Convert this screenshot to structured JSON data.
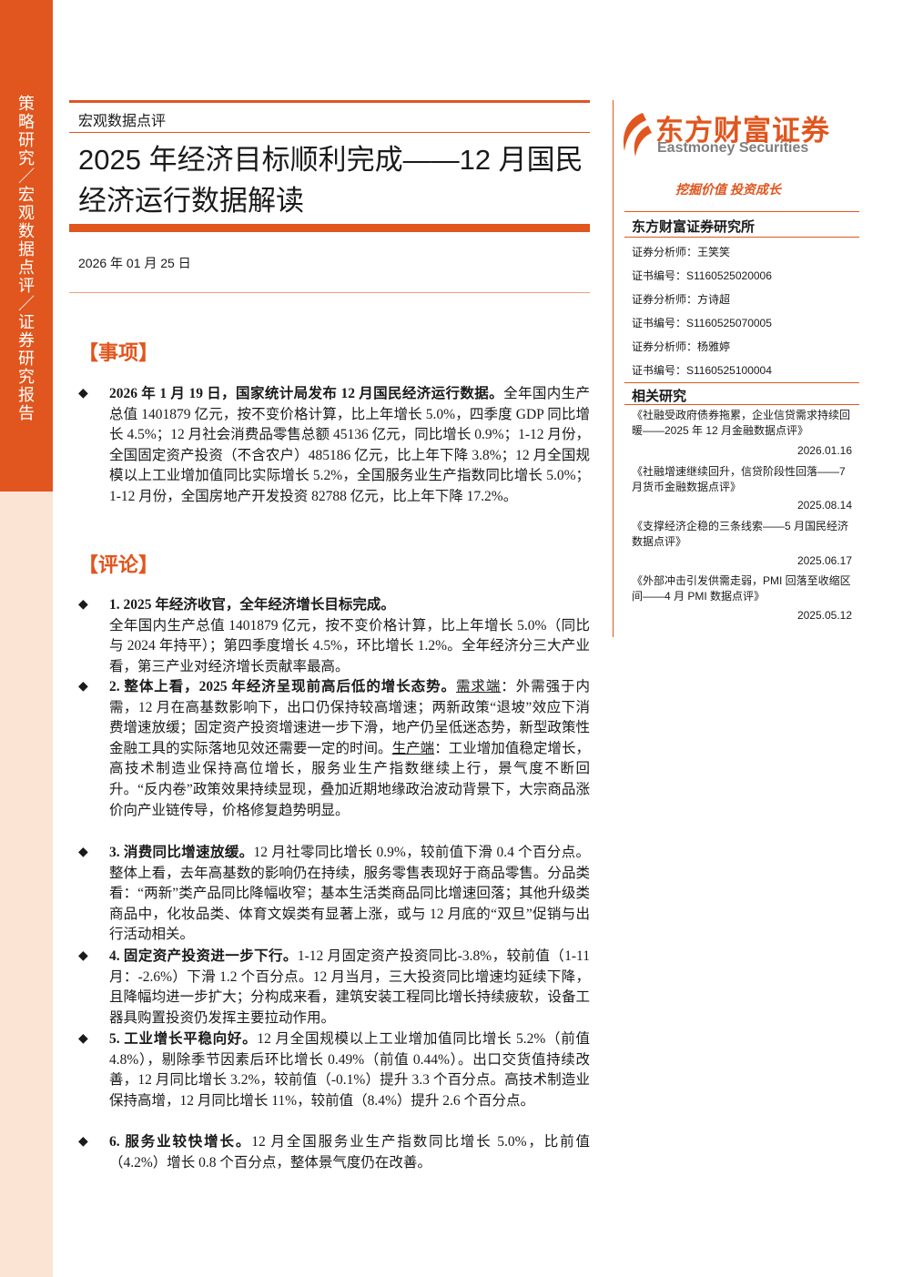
{
  "sidebar": {
    "vertical_text": "策略研究／宏观数据点评／证券研究报告"
  },
  "header": {
    "category": "宏观数据点评",
    "title": "2025 年经济目标顺利完成——12 月国民经济运行数据解读",
    "date": "2026 年 01 月 25 日"
  },
  "brand": {
    "logo_cn": "东方财富证券",
    "logo_en": "Eastmoney Securities",
    "slogan": "挖掘价值 投资成长",
    "accent_color": "#e0561e"
  },
  "institute": {
    "name": "东方财富证券研究所",
    "analysts": [
      {
        "role_label": "证券分析师：",
        "name": "王笑笑",
        "cert_label": "证书编号：",
        "cert": "S1160525020006"
      },
      {
        "role_label": "证券分析师：",
        "name": "方诗超",
        "cert_label": "证书编号：",
        "cert": "S1160525070005"
      },
      {
        "role_label": "证券分析师：",
        "name": "杨雅婷",
        "cert_label": "证书编号：",
        "cert": "S1160525100004"
      }
    ]
  },
  "related": {
    "heading": "相关研究",
    "items": [
      {
        "title": "《社融受政府债券拖累，企业信贷需求持续回暖——2025 年 12 月金融数据点评》",
        "date": "2026.01.16"
      },
      {
        "title": "《社融增速继续回升，信贷阶段性回落——7 月货币金融数据点评》",
        "date": "2025.08.14"
      },
      {
        "title": "《支撑经济企稳的三条线索——5 月国民经济数据点评》",
        "date": "2025.06.17"
      },
      {
        "title": "《外部冲击引发供需走弱，PMI 回落至收缩区间——4 月 PMI 数据点评》",
        "date": "2025.05.12"
      }
    ]
  },
  "sections": {
    "event_heading": "【事项】",
    "comment_heading": "【评论】",
    "bullet_symbol": "◆"
  },
  "event": {
    "lead": "2026 年 1 月 19 日，国家统计局发布 12 月国民经济运行数据。",
    "body": "全年国内生产总值 1401879 亿元，按不变价格计算，比上年增长 5.0%，四季度 GDP 同比增长 4.5%；12 月社会消费品零售总额 45136 亿元，同比增长 0.9%；1-12 月份，全国固定资产投资（不含农户）485186 亿元，比上年下降 3.8%；12 月全国规模以上工业增加值同比实际增长 5.2%，全国服务业生产指数同比增长 5.0%；1-12 月份，全国房地产开发投资 82788 亿元，比上年下降 17.2%。"
  },
  "comments": {
    "c1": {
      "lead": "1. 2025 年经济收官，全年经济增长目标完成。",
      "body": "全年国内生产总值 1401879 亿元，按不变价格计算，比上年增长 5.0%（同比与 2024 年持平）；第四季度增长 4.5%，环比增长 1.2%。全年经济分三大产业看，第三产业对经济增长贡献率最高。"
    },
    "c2": {
      "lead": "2. 整体上看，2025 年经济呈现前高后低的增长态势。",
      "demand_label": "需求端",
      "demand_body": "：外需强于内需，12 月在高基数影响下，出口仍保持较高增速；两新政策“退坡”效应下消费增速放缓；固定资产投资增速进一步下滑，地产仍呈低迷态势，新型政策性金融工具的实际落地见效还需要一定的时间。",
      "supply_label": "生产端",
      "supply_body": "：工业增加值稳定增长，高技术制造业保持高位增长，服务业生产指数继续上行，景气度不断回升。“反内卷”政策效果持续显现，叠加近期地缘政治波动背景下，大宗商品涨价向产业链传导，价格修复趋势明显。"
    },
    "c3": {
      "lead": "3. 消费同比增速放缓。",
      "body": "12 月社零同比增长 0.9%，较前值下滑 0.4 个百分点。整体上看，去年高基数的影响仍在持续，服务零售表现好于商品零售。分品类看：“两新”类产品同比降幅收窄；基本生活类商品同比增速回落；其他升级类商品中，化妆品类、体育文娱类有显著上涨，或与 12 月底的“双旦”促销与出行活动相关。"
    },
    "c4": {
      "lead": "4. 固定资产投资进一步下行。",
      "body": "1-12 月固定资产投资同比-3.8%，较前值（1-11 月：-2.6%）下滑 1.2 个百分点。12 月当月，三大投资同比增速均延续下降，且降幅均进一步扩大；分构成来看，建筑安装工程同比增长持续疲软，设备工器具购置投资仍发挥主要拉动作用。"
    },
    "c5": {
      "lead": "5. 工业增长平稳向好。",
      "body": "12 月全国规模以上工业增加值同比增长 5.2%（前值 4.8%），剔除季节因素后环比增长 0.49%（前值 0.44%）。出口交货值持续改善，12 月同比增长 3.2%，较前值（-0.1%）提升 3.3 个百分点。高技术制造业保持高增，12 月同比增长 11%，较前值（8.4%）提升 2.6 个百分点。"
    },
    "c6": {
      "lead": "6. 服务业较快增长。",
      "body": "12 月全国服务业生产指数同比增长 5.0%，比前值（4.2%）增长 0.8 个百分点，整体景气度仍在改善。"
    }
  }
}
